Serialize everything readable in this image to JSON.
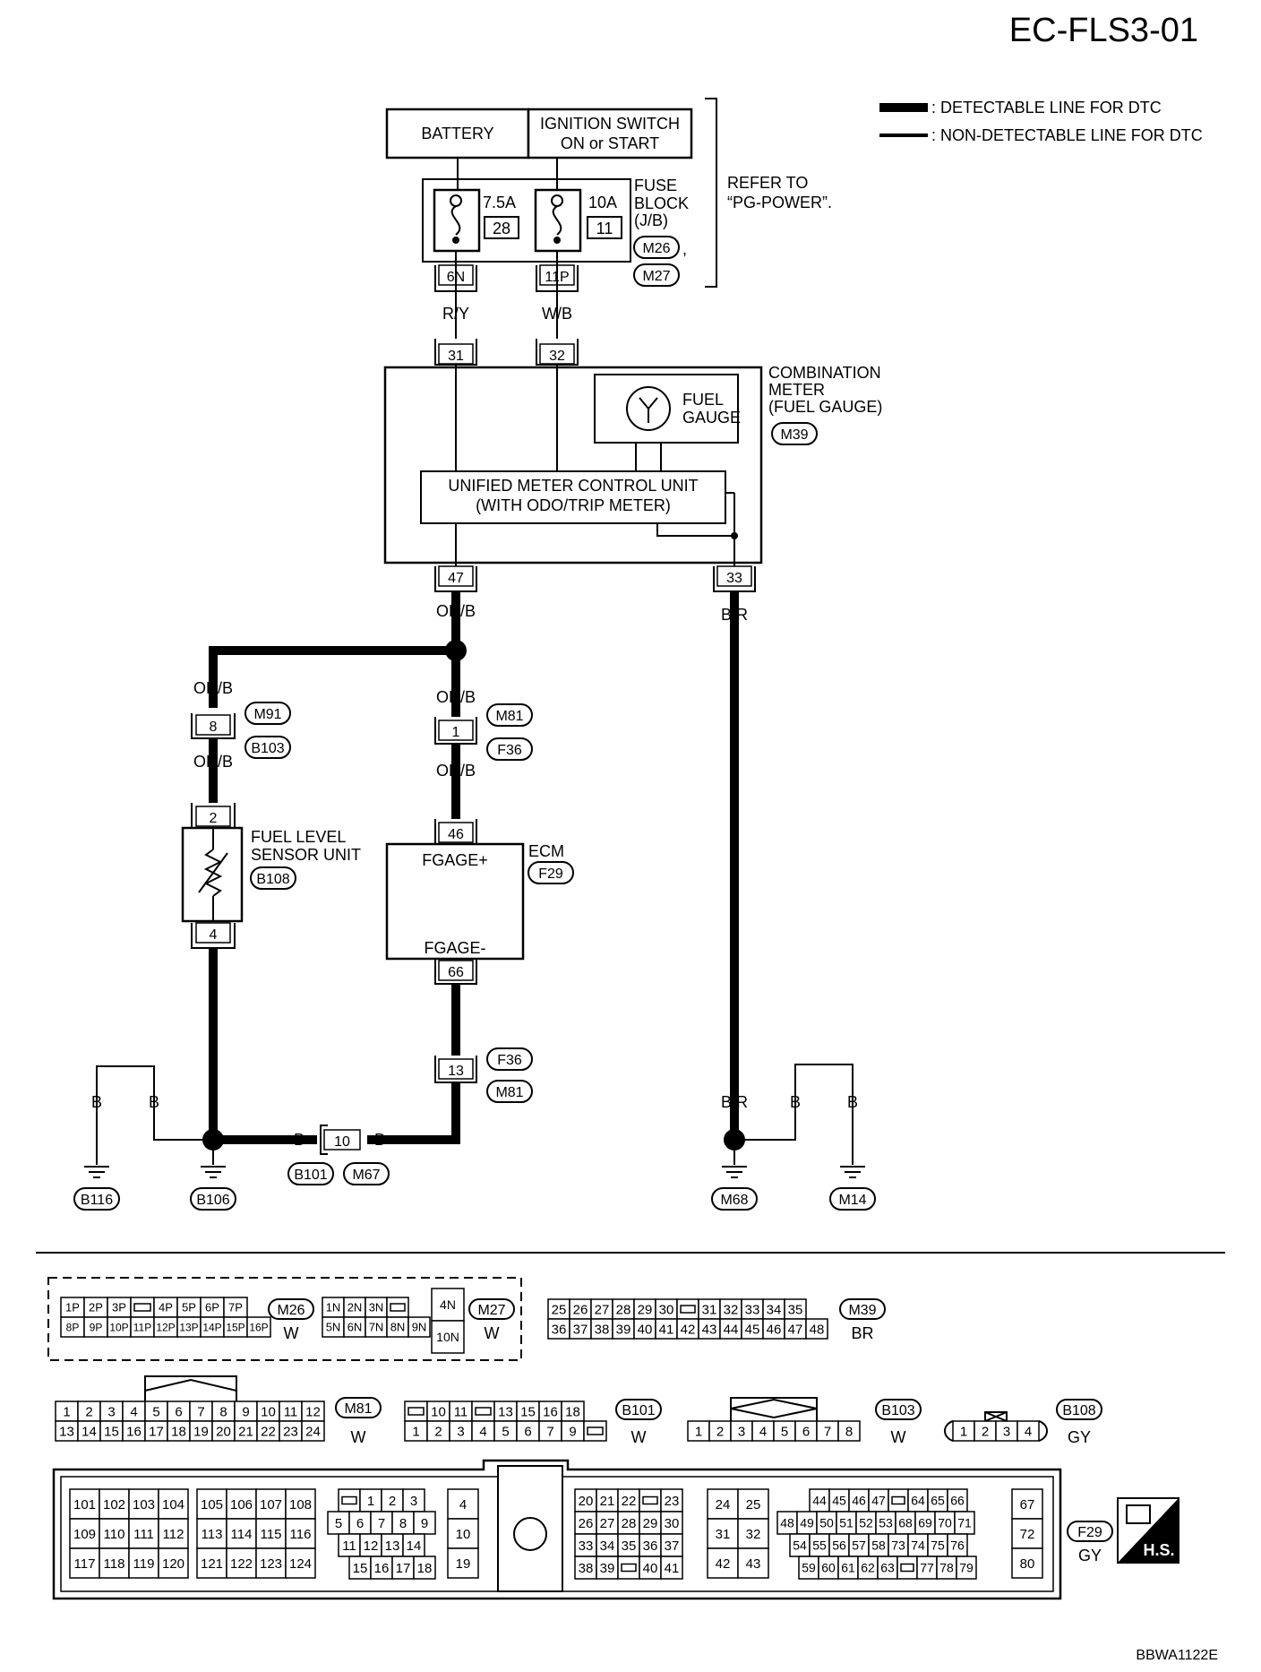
{
  "page_title": "EC-FLS3-01",
  "figure_code": "BBWA1122E",
  "legend": {
    "detectable": ": DETECTABLE LINE FOR DTC",
    "non_detectable": ": NON-DETECTABLE LINE FOR DTC"
  },
  "components": {
    "battery": "BATTERY",
    "ignition_line1": "IGNITION SWITCH",
    "ignition_line2": "ON or START",
    "fuse_block_l1": "FUSE",
    "fuse_block_l2": "BLOCK",
    "fuse_block_l3": "(J/B)",
    "refer_l1": "REFER TO",
    "refer_l2": "“PG-POWER”.",
    "combo_l1": "COMBINATION",
    "combo_l2": "METER",
    "combo_l3": "(FUEL GAUGE)",
    "fuel_gauge_l1": "FUEL",
    "fuel_gauge_l2": "GAUGE",
    "umcu_l1": "UNIFIED METER CONTROL UNIT",
    "umcu_l2": "(WITH ODO/TRIP METER)",
    "ecm": "ECM",
    "fgage_plus": "FGAGE+",
    "fgage_minus": "FGAGE-",
    "sensor_l1": "FUEL LEVEL",
    "sensor_l2": "SENSOR UNIT"
  },
  "fuses": {
    "f1_amp": "7.5A",
    "f1_no": "28",
    "f2_amp": "10A",
    "f2_no": "11"
  },
  "terminals": {
    "t6n": "6N",
    "t11p": "11P",
    "t31": "31",
    "t32": "32",
    "t47": "47",
    "t33": "33",
    "t8": "8",
    "t1": "1",
    "t2": "2",
    "t4": "4",
    "t46": "46",
    "t66": "66",
    "t13": "13",
    "t10": "10"
  },
  "wires": {
    "ry": "R/Y",
    "wb": "W/B",
    "orb": "OR/B",
    "br": "B/R",
    "b": "B"
  },
  "connectors": {
    "M26": "M26",
    "M27": "M27",
    "M39": "M39",
    "M91": "M91",
    "B103": "B103",
    "M81": "M81",
    "F36": "F36",
    "B108": "B108",
    "F29": "F29",
    "B101": "B101",
    "M67": "M67",
    "B116": "B116",
    "B106": "B106",
    "M68": "M68",
    "M14": "M14"
  },
  "connector_views": {
    "m26_color": "W",
    "m27_color": "W",
    "m39_color": "BR",
    "m81_color": "W",
    "b101_color": "W",
    "b103_color": "W",
    "b108_color": "GY",
    "f29_color": "GY",
    "m26_top": [
      "1P",
      "2P",
      "3P",
      "",
      "4P",
      "5P",
      "6P",
      "7P"
    ],
    "m26_bottom": [
      "8P",
      "9P",
      "10P",
      "11P",
      "12P",
      "13P",
      "14P",
      "15P",
      "16P"
    ],
    "m27_top": [
      "1N",
      "2N",
      "3N",
      ""
    ],
    "m27_bottom": [
      "5N",
      "6N",
      "7N",
      "8N",
      "9N"
    ],
    "m27_right": [
      "4N",
      "10N"
    ],
    "m39_top": [
      "25",
      "26",
      "27",
      "28",
      "29",
      "30",
      "",
      "31",
      "32",
      "33",
      "34",
      "35"
    ],
    "m39_bottom": [
      "36",
      "37",
      "38",
      "39",
      "40",
      "41",
      "42",
      "43",
      "44",
      "45",
      "46",
      "47",
      "48"
    ],
    "m81_top": [
      "1",
      "2",
      "3",
      "4",
      "5",
      "6",
      "7",
      "8",
      "9",
      "10",
      "11",
      "12"
    ],
    "m81_bottom": [
      "13",
      "14",
      "15",
      "16",
      "17",
      "18",
      "19",
      "20",
      "21",
      "22",
      "23",
      "24"
    ],
    "b101_top": [
      "",
      "10",
      "11",
      "",
      "13",
      "15",
      "16",
      "18"
    ],
    "b101_bottom": [
      "1",
      "2",
      "3",
      "4",
      "5",
      "6",
      "7",
      "9",
      ""
    ],
    "b103_row": [
      "1",
      "2",
      "3",
      "4",
      "5",
      "6",
      "7",
      "8"
    ],
    "b108_row": [
      "1",
      "2",
      "3",
      "4"
    ],
    "f29_g1": [
      [
        "101",
        "102",
        "103",
        "104"
      ],
      [
        "109",
        "110",
        "111",
        "112"
      ],
      [
        "117",
        "118",
        "119",
        "120"
      ]
    ],
    "f29_g2": [
      [
        "105",
        "106",
        "107",
        "108"
      ],
      [
        "113",
        "114",
        "115",
        "116"
      ],
      [
        "121",
        "122",
        "123",
        "124"
      ]
    ],
    "f29_g3": [
      [
        "",
        "1",
        "2",
        "3"
      ],
      [
        "5",
        "6",
        "7",
        "8",
        "9"
      ],
      [
        "11",
        "12",
        "13",
        "14"
      ],
      [
        "15",
        "16",
        "17",
        "18"
      ]
    ],
    "f29_g4": [
      "4",
      "10",
      "19"
    ],
    "f29_g5": [
      [
        "20",
        "21",
        "22",
        "",
        "23"
      ],
      [
        "26",
        "27",
        "28",
        "29",
        "30"
      ],
      [
        "33",
        "34",
        "35",
        "36",
        "37"
      ],
      [
        "38",
        "39",
        "",
        "40",
        "41"
      ]
    ],
    "f29_g6": [
      [
        "24",
        "25"
      ],
      [
        "31",
        "32"
      ],
      [
        "42",
        "43"
      ]
    ],
    "f29_g7": [
      [
        "44",
        "45",
        "46",
        "47",
        "",
        "64",
        "65",
        "66"
      ],
      [
        "48",
        "49",
        "50",
        "51",
        "52",
        "53",
        "68",
        "69",
        "70",
        "71"
      ],
      [
        "54",
        "55",
        "56",
        "57",
        "58",
        "73",
        "74",
        "75",
        "76"
      ],
      [
        "59",
        "60",
        "61",
        "62",
        "63",
        "",
        "77",
        "78",
        "79"
      ]
    ],
    "f29_g8": [
      "67",
      "72",
      "80"
    ],
    "hs_label": "H.S."
  }
}
